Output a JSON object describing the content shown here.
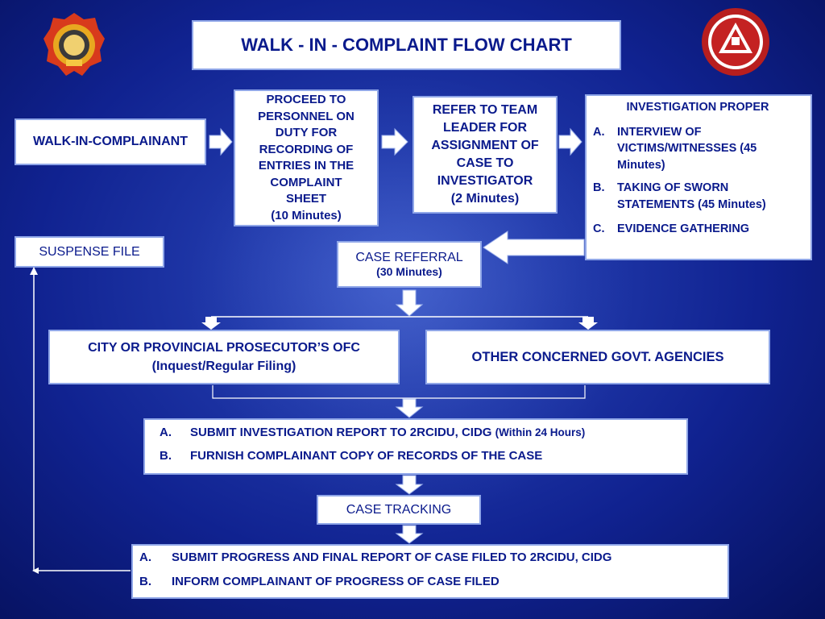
{
  "title": "WALK - IN - COMPLAINT FLOW CHART",
  "nodes": {
    "walk_in": "WALK-IN-COMPLAINANT",
    "proceed": {
      "lines": [
        "PROCEED TO",
        "PERSONNEL ON",
        "DUTY FOR",
        "RECORDING OF",
        "ENTRIES IN THE",
        "COMPLAINT",
        "SHEET"
      ],
      "time": "(10 Minutes)"
    },
    "refer": {
      "lines": [
        "REFER TO TEAM",
        "LEADER FOR",
        "ASSIGNMENT OF",
        "CASE TO",
        "INVESTIGATOR"
      ],
      "time": "(2 Minutes)"
    },
    "investigation": {
      "heading": "INVESTIGATION PROPER",
      "items": [
        {
          "marker": "A.",
          "text": "INTERVIEW OF VICTIMS/WITNESSES (45 Minutes)"
        },
        {
          "marker": "B.",
          "text": "TAKING OF SWORN STATEMENTS (45 Minutes)"
        },
        {
          "marker": "C.",
          "text": "EVIDENCE GATHERING"
        }
      ]
    },
    "suspense": "SUSPENSE FILE",
    "case_referral": {
      "label": "CASE REFERRAL",
      "time": "(30 Minutes)"
    },
    "prosecutor": {
      "line1": "CITY OR PROVINCIAL PROSECUTOR’S OFC",
      "line2": "(Inquest/Regular Filing)"
    },
    "other_agencies": "OTHER CONCERNED GOVT. AGENCIES",
    "submit_report": {
      "items": [
        {
          "marker": "A.",
          "text": "SUBMIT INVESTIGATION REPORT TO 2RCIDU, CIDG",
          "note": "(Within 24 Hours)"
        },
        {
          "marker": "B.",
          "text": "FURNISH COMPLAINANT COPY OF RECORDS OF THE CASE"
        }
      ]
    },
    "case_tracking": "CASE TRACKING",
    "progress": {
      "items": [
        {
          "marker": "A.",
          "text": "SUBMIT PROGRESS AND FINAL REPORT OF CASE FILED TO 2RCIDU, CIDG"
        },
        {
          "marker": "B.",
          "text": "INFORM COMPLAINANT OF PROGRESS OF CASE FILED"
        }
      ]
    }
  },
  "colors": {
    "text": "#0a1a8c",
    "box": "#ffffff",
    "arrow": "#ffffff",
    "background": "#1a2fa0"
  }
}
